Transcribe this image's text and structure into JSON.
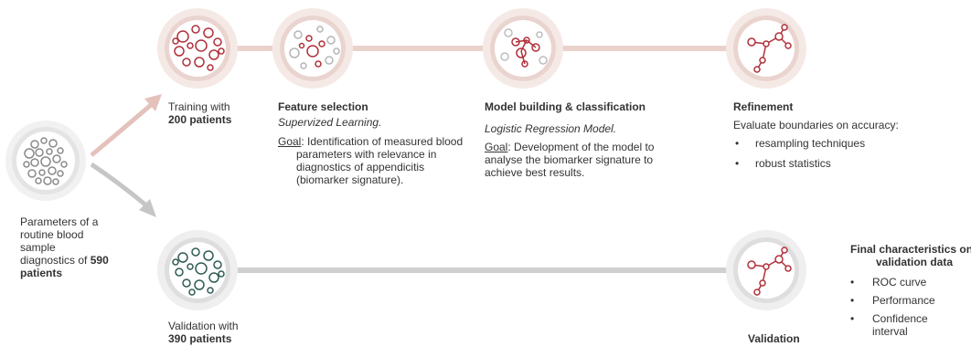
{
  "source": {
    "line1": "Parameters of a",
    "line2": "routine blood",
    "line3": "sample",
    "line4_prefix": "diagnostics of",
    "line4_bold": "590",
    "line5_bold": "patients"
  },
  "training": {
    "line1": "Training with",
    "line2_bold": "200 patients"
  },
  "feature_selection": {
    "title": "Feature selection",
    "subtitle": "Supervized Learning.",
    "goal_label": "Goal",
    "goal_text": ": Identification of measured blood parameters with relevance in diagnostics of appendicitis (biomarker signature)."
  },
  "model_building": {
    "title": "Model building & classification",
    "subtitle": "Logistic Regression Model.",
    "goal_label": "Goal",
    "goal_text": ": Development of the model to analyse the biomarker signature to achieve best results."
  },
  "refinement": {
    "title": "Refinement",
    "intro": "Evaluate boundaries on accuracy:",
    "bullets": [
      "resampling techniques",
      "robust statistics"
    ]
  },
  "validation_start": {
    "line1": "Validation with",
    "line2_bold": "390 patients"
  },
  "validation_end": {
    "label": "Validation"
  },
  "final": {
    "title_line1": "Final characteristics on",
    "title_line2": "validation data",
    "bullets": [
      "ROC curve",
      "Performance",
      "Confidence interval"
    ]
  },
  "colors": {
    "accent_red": "#b0303a",
    "pink_line": "#ead2cc",
    "gray_line": "#c8c8c8",
    "teal": "#2f5c55",
    "text": "#333333"
  }
}
